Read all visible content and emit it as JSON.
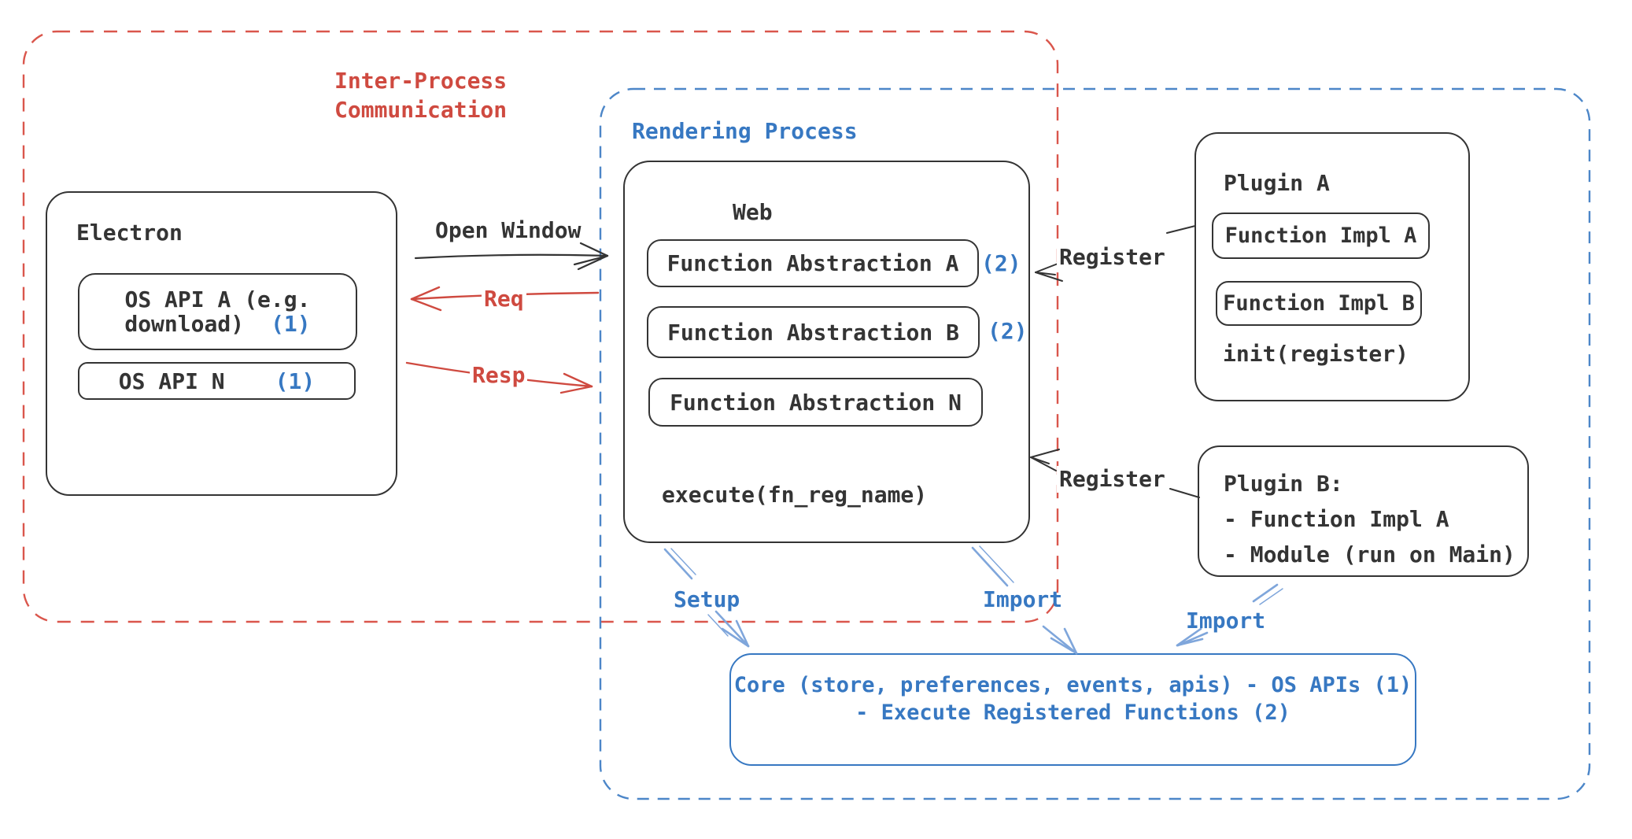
{
  "diagram": {
    "regions": {
      "ipc": {
        "label": "Inter-Process\nCommunication"
      },
      "rendering": {
        "label": "Rendering Process"
      }
    },
    "electron": {
      "title": "Electron",
      "os_api_a_line1": "OS API A (e.g.",
      "os_api_a_line2": "download)",
      "os_api_a_badge": "(1)",
      "os_api_n_label": "OS API N",
      "os_api_n_badge": "(1)"
    },
    "web": {
      "title": "Web",
      "functions": [
        {
          "label": "Function Abstraction A",
          "badge": "(2)"
        },
        {
          "label": "Function Abstraction B",
          "badge": "(2)"
        },
        {
          "label": "Function Abstraction N",
          "badge": ""
        }
      ],
      "execute_label": "execute(fn_reg_name)"
    },
    "plugin_a": {
      "title": "Plugin A",
      "impl_a": "Function Impl A",
      "impl_b": "Function Impl B",
      "init_label": "init(register)"
    },
    "plugin_b": {
      "lines": "Plugin B:\n- Function Impl A\n- Module (run on Main)"
    },
    "core": {
      "lines": "Core (store, preferences, events, apis)\n- OS APIs (1)\n- Execute Registered Functions (2)"
    },
    "labels": {
      "open_window": "Open Window",
      "req": "Req",
      "resp": "Resp",
      "register_plugin_a": "Register",
      "register_plugin_b": "Register",
      "setup": "Setup",
      "import_web": "Import",
      "import_plugin_b": "Import"
    },
    "colors": {
      "ink": "#343434",
      "red": "#cf4a40",
      "blue": "#3778c2",
      "light_blue": "#7fa6db",
      "red_dash": "#da564c",
      "blue_dash": "#4c86c8"
    }
  }
}
